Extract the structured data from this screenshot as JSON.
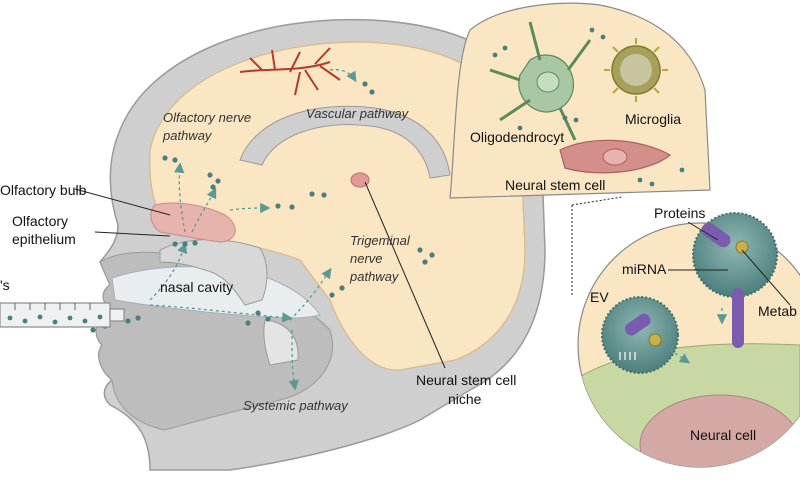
{
  "labels": {
    "olfactory_bulb": "Olfactory bulb",
    "olfactory_epithelium_1": "Olfactory",
    "olfactory_epithelium_2": "epithelium",
    "evs_partial": "'s",
    "nasal_cavity": "nasal cavity",
    "olfactory_nerve_pathway_1": "Olfactory nerve",
    "olfactory_nerve_pathway_2": "pathway",
    "vascular_pathway": "Vascular pathway",
    "trigeminal_1": "Trigeminal",
    "trigeminal_2": "nerve",
    "trigeminal_3": "pathway",
    "systemic_pathway": "Systemic pathway",
    "nsc_niche_1": "Neural stem cell",
    "nsc_niche_2": "niche",
    "oligodendrocyte": "Oligodendrocyt",
    "microglia": "Microglia",
    "neural_stem_cell": "Neural stem cell",
    "proteins": "Proteins",
    "mirna": "miRNA",
    "ev": "EV",
    "metab_partial": "Metab",
    "neural_cell": "Neural cell"
  },
  "colors": {
    "brain": "#fbe6c4",
    "skull": "#d7d7d7",
    "face": "#c9c9c9",
    "teal": "#5a9a94",
    "vesicle": "#3f7f7f",
    "pink": "#e29a96",
    "ev_body": "#5e8f8c"
  }
}
